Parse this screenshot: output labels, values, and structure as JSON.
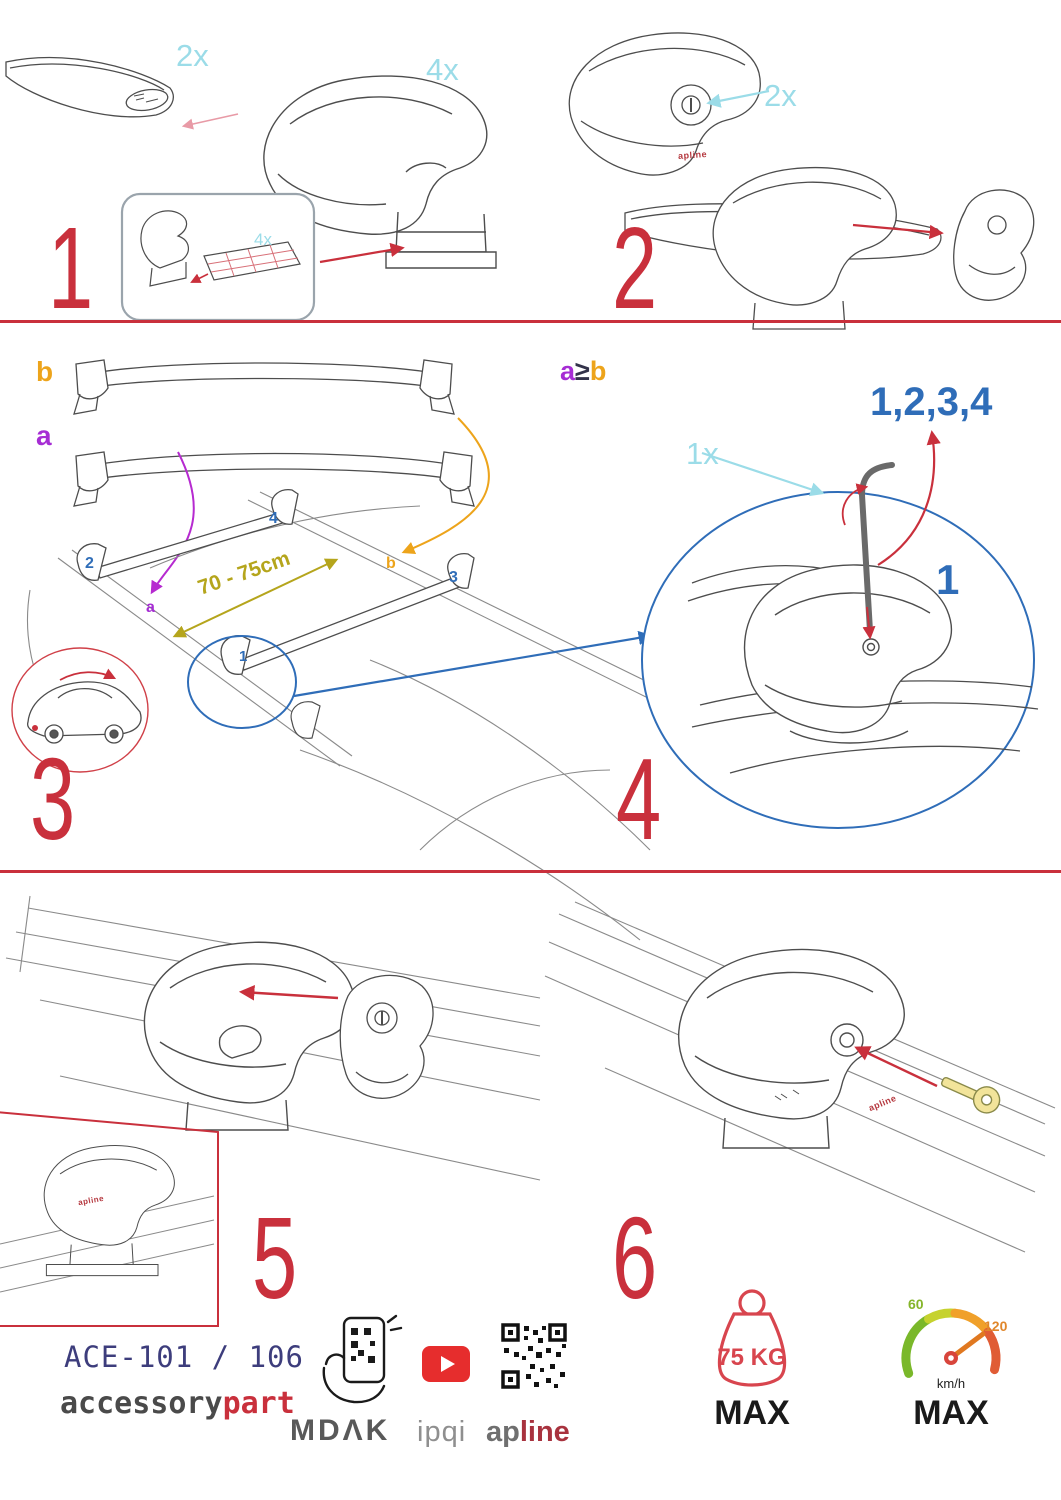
{
  "colors": {
    "red": "#c9303c",
    "cyan": "#9bdce8",
    "blue": "#2f6db8",
    "purple": "#a62dd4",
    "orange": "#eda41b",
    "olive": "#b5a51c",
    "navy": "#3d3d7c"
  },
  "steps": {
    "s1": {
      "num": "1",
      "bar_qty": "2x",
      "foot_qty": "4x",
      "pad_qty": "4x"
    },
    "s2": {
      "num": "2",
      "lock_qty": "2x",
      "brand_small": "apline"
    },
    "s3": {
      "num": "3",
      "bar_b_label": "b",
      "bar_a_label": "a",
      "distance": "70 - 75cm",
      "roof": {
        "n1": "1",
        "n2": "2",
        "n3": "3",
        "n4": "4",
        "a": "a",
        "b": "b"
      }
    },
    "s4": {
      "num": "4",
      "tool_qty": "1x",
      "sequence": "1,2,3,4",
      "first": "1",
      "condition": {
        "a": "a",
        "gte": "≥",
        "b": "b"
      }
    },
    "s5": {
      "num": "5",
      "brand_small": "apline"
    },
    "s6": {
      "num": "6",
      "brand_small": "apline"
    }
  },
  "footer": {
    "model": "ACE-101 / 106",
    "brand_gray": "accessory",
    "brand_red": "part",
    "mdak": "MDΛK",
    "ipqi": "ipqi",
    "apline_gray": "ap",
    "apline_red": "line",
    "weight_value": "75 KG",
    "weight_max": "MAX",
    "speed_low": "60",
    "speed_high": "120",
    "speed_unit": "km/h",
    "speed_max": "MAX"
  }
}
